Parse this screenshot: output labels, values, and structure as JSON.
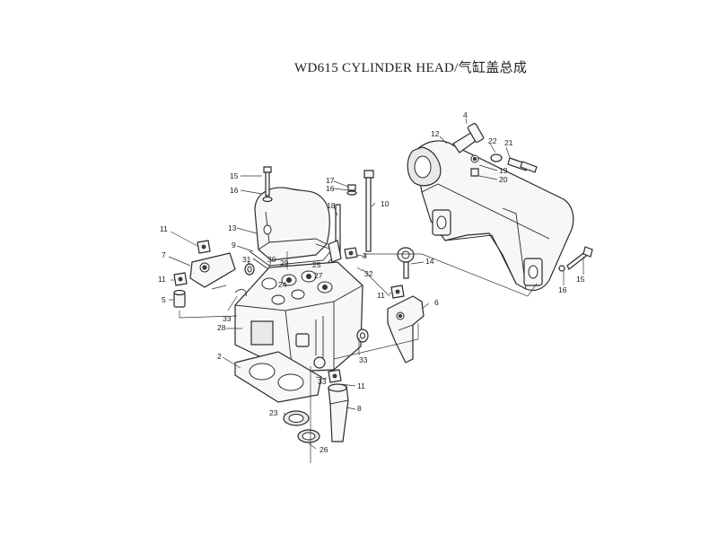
{
  "title": "WD615 CYLINDER HEAD/气缸盖总成",
  "callouts": [
    "2",
    "3",
    "4",
    "5",
    "6",
    "7",
    "8",
    "9",
    "10",
    "11",
    "12",
    "13",
    "14",
    "15",
    "16",
    "17",
    "18",
    "19",
    "20",
    "21",
    "22",
    "23",
    "24",
    "25",
    "26",
    "27",
    "28",
    "29",
    "30",
    "31",
    "32",
    "33"
  ]
}
